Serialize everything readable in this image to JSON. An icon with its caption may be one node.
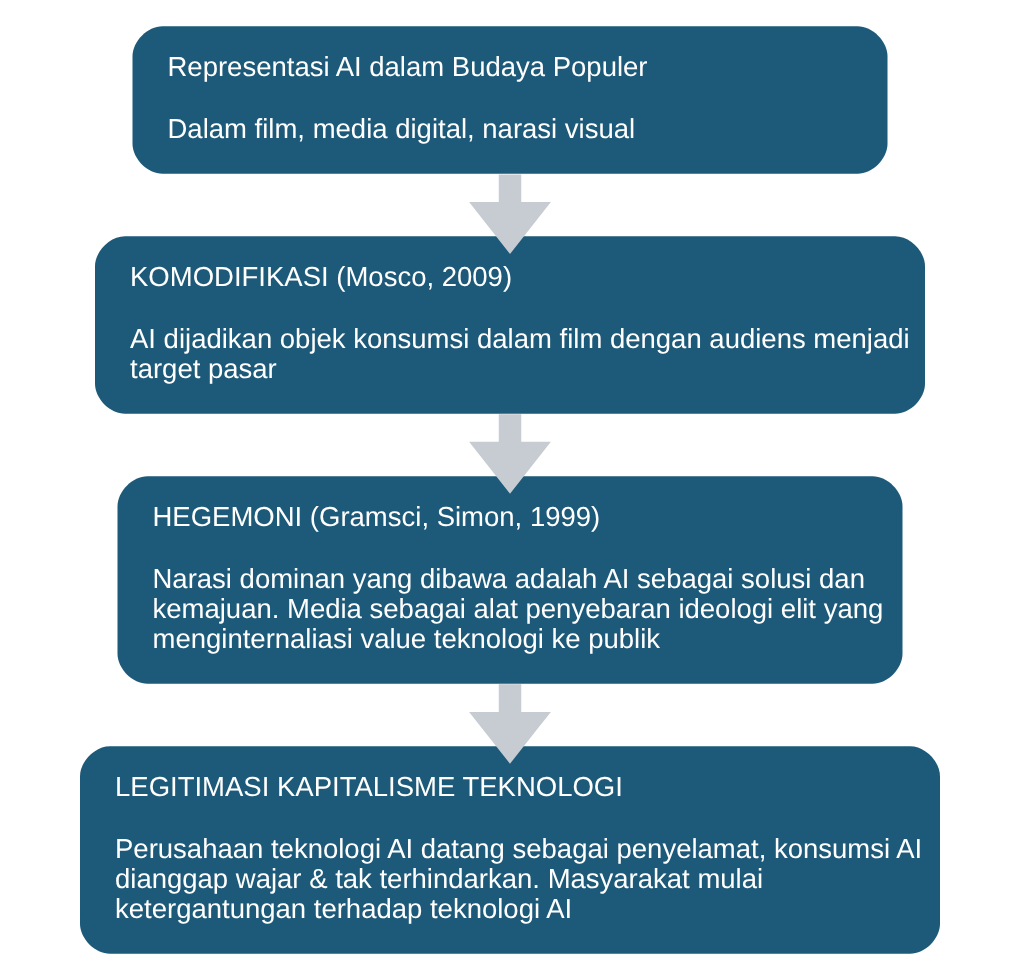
{
  "diagram": {
    "nodes": [
      {
        "text": [
          "Representasi AI dalam Budaya Populer",
          "Dalam film, media digital, narasi visual"
        ]
      },
      {
        "text": [
          "KOMODIFIKASI (Mosco, 2009)",
          "AI dijadikan objek konsumsi dalam film dengan audiens menjadi target pasar"
        ]
      },
      {
        "text": [
          "HEGEMONI (Gramsci, Simon, 1999)",
          "Narasi dominan yang dibawa adalah AI sebagai solusi dan kemajuan. Media sebagai alat penyebaran ideologi elit yang menginternaliasi value teknologi ke publik"
        ]
      },
      {
        "text": [
          "LEGITIMASI KAPITALISME TEKNOLOGI",
          "Perusahaan teknologi AI datang sebagai penyelamat, konsumsi AI dianggap wajar & tak terhindarkan. Masyarakat mulai ketergantungan terhadap teknologi AI"
        ]
      }
    ],
    "edges": [
      {
        "from": 0,
        "to": 1,
        "arrow": "to"
      },
      {
        "from": 1,
        "to": 2,
        "arrow": "to"
      },
      {
        "from": 2,
        "to": 3,
        "arrow": "to"
      }
    ]
  }
}
